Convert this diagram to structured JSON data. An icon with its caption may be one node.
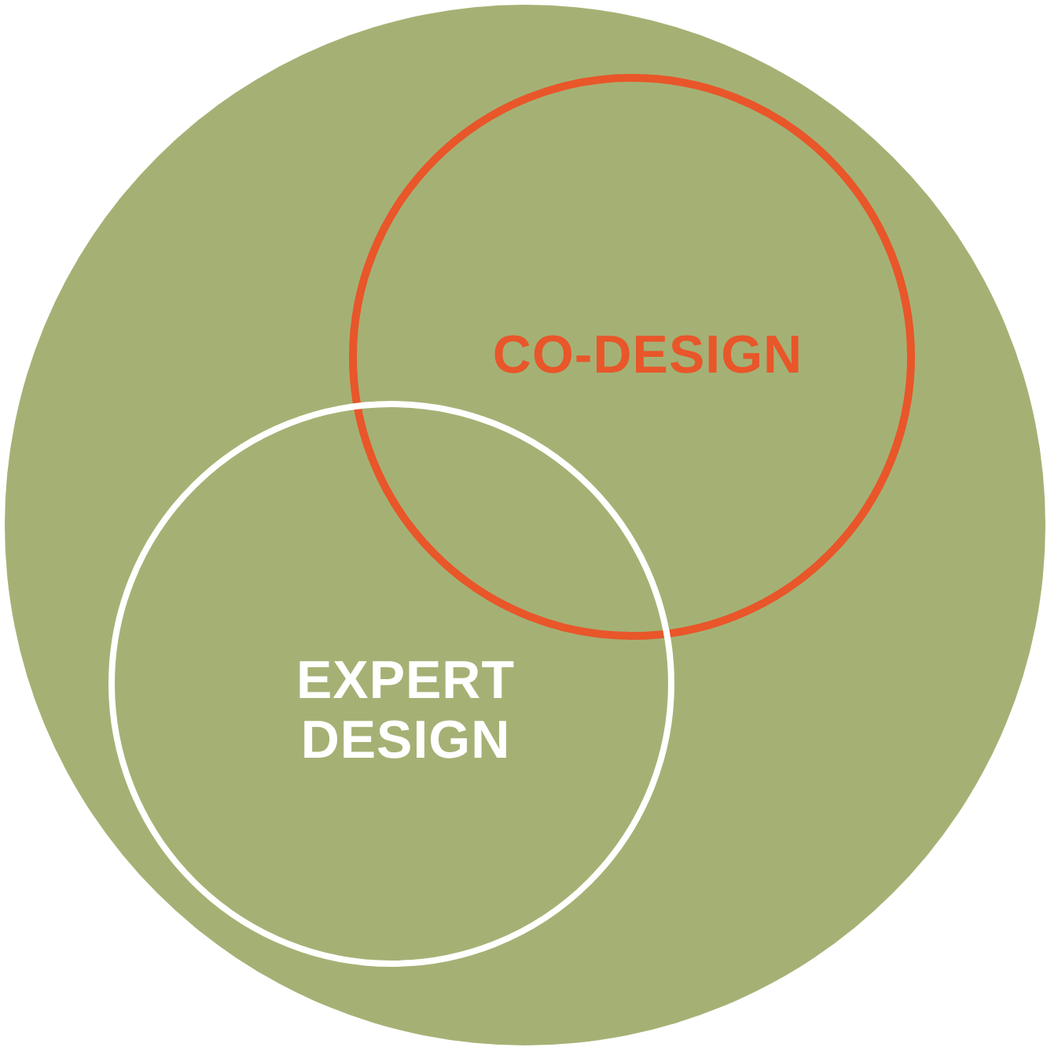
{
  "diagram": {
    "nodes": [
      {
        "text": [],
        "shape": "circle"
      },
      {
        "text": [
          "CO-DESIGN"
        ],
        "in": 0
      },
      {
        "text": [
          "EXPERT DESIGN"
        ],
        "in": 0
      }
    ]
  }
}
